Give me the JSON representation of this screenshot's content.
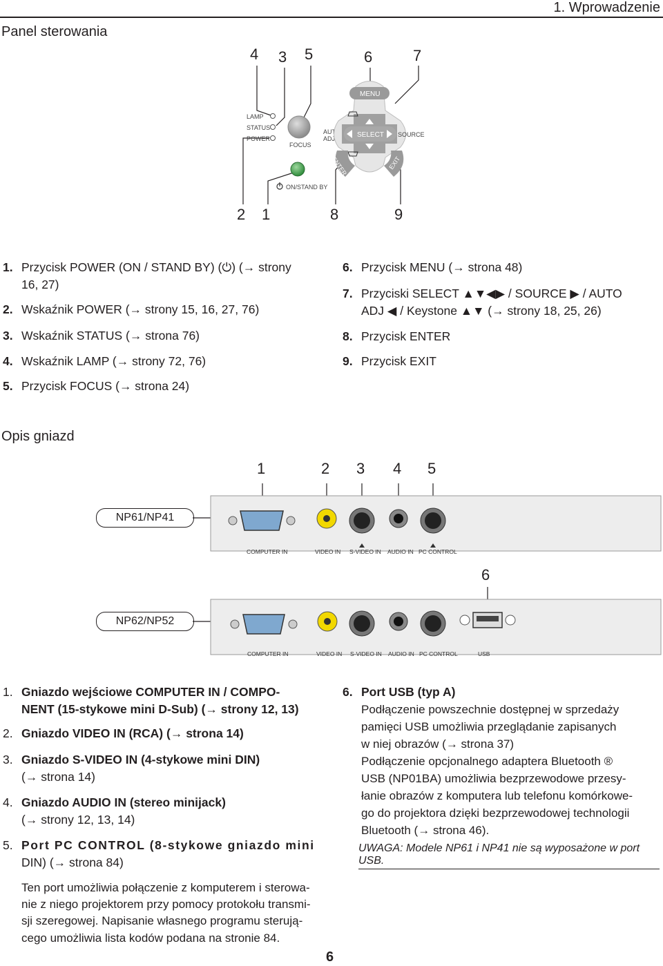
{
  "header": {
    "chapter": "1. Wprowadzenie"
  },
  "panel": {
    "title": "Panel sterowania",
    "top_numbers": [
      "4",
      "3",
      "5",
      "6",
      "7"
    ],
    "bottom_numbers": [
      "2",
      "1",
      "8",
      "9"
    ],
    "labels": {
      "lamp": "LAMP",
      "status": "STATUS",
      "power": "POWER",
      "focus": "FOCUS",
      "auto": "AUTO",
      "adj": "ADJ.",
      "menu": "MENU",
      "select": "SELECT",
      "source": "SOURCE",
      "enter": "ENTER",
      "exit": "EXIT",
      "onstandby": "ON/STAND BY"
    },
    "items_left": [
      {
        "num": "1.",
        "lines": [
          "Przycisk POWER (ON / STAND BY) (⏻) (→ strony",
          "16, 27)"
        ]
      },
      {
        "num": "2.",
        "lines": [
          "Wskaźnik POWER (→ strony 15, 16, 27, 76)"
        ]
      },
      {
        "num": "3.",
        "lines": [
          "Wskaźnik STATUS (→ strona 76)"
        ]
      },
      {
        "num": "4.",
        "lines": [
          "Wskaźnik LAMP (→ strony 72, 76)"
        ]
      },
      {
        "num": "5.",
        "lines": [
          "Przycisk FOCUS (→ strona 24)"
        ]
      }
    ],
    "items_right": [
      {
        "num": "6.",
        "lines": [
          "Przycisk MENU (→ strona 48)"
        ]
      },
      {
        "num": "7.",
        "lines": [
          "Przyciski SELECT ▲▼◀▶ / SOURCE ▶ / AUTO",
          "ADJ ◀ / Keystone ▲▼ (→ strony 18, 25, 26)"
        ]
      },
      {
        "num": "8.",
        "lines": [
          "Przycisk ENTER"
        ]
      },
      {
        "num": "9.",
        "lines": [
          "Przycisk EXIT"
        ]
      }
    ]
  },
  "sockets": {
    "title": "Opis gniazd",
    "top_numbers": [
      "1",
      "2",
      "3",
      "4",
      "5"
    ],
    "number_six": "6",
    "model_a": "NP61/NP41",
    "model_b": "NP62/NP52",
    "port_labels": [
      "COMPUTER IN",
      "VIDEO IN",
      "S-VIDEO IN",
      "AUDIO IN",
      "PC CONTROL"
    ],
    "usb_label": "USB",
    "items_left": [
      {
        "num": "1.",
        "lines": [
          "Gniazdo wejściowe COMPUTER IN / COMPO-",
          "NENT (15-stykowe mini D-Sub) (→ strony 12, 13)"
        ]
      },
      {
        "num": "2.",
        "lines": [
          "Gniazdo VIDEO IN (RCA) (→ strona 14)"
        ]
      },
      {
        "num": "3.",
        "lines": [
          "Gniazdo S-VIDEO IN (4-stykowe mini DIN)",
          "(→ strona 14)"
        ]
      },
      {
        "num": "4.",
        "lines": [
          "Gniazdo AUDIO IN (stereo minijack)",
          "(→ strony 12, 13, 14)"
        ]
      },
      {
        "num": "5.",
        "lines": [
          "Port PC CONTROL (8-stykowe gniazdo mini",
          "DIN) (→ strona 84)"
        ]
      }
    ],
    "paragraph_lines": [
      "Ten port umożliwia połączenie z komputerem i sterowa-",
      "nie z niego projektorem przy pomocy protokołu transmi-",
      "sji szeregowej. Napisanie własnego programu sterują-",
      "cego umożliwia lista kodów podana na stronie 84."
    ],
    "item6": {
      "num": "6.",
      "title": "Port USB (typ A)",
      "lines": [
        "Podłączenie powszechnie dostępnej w sprzedaży",
        "pamięci USB umożliwia przeglądanie zapisanych",
        "w niej obrazów (→ strona 37)",
        "Podłączenie opcjonalnego adaptera Bluetooth ®",
        "USB (NP01BA) umożliwia bezprzewodowe przesy-",
        "łanie obrazów z komputera lub telefonu komórkowe-",
        "go do projektora dzięki bezprzewodowej technologii",
        "Bluetooth (→ strona 46)."
      ]
    },
    "note": "UWAGA: Modele NP61 i NP41 nie są wyposażone w port USB."
  },
  "footer": {
    "page_number": "6"
  }
}
